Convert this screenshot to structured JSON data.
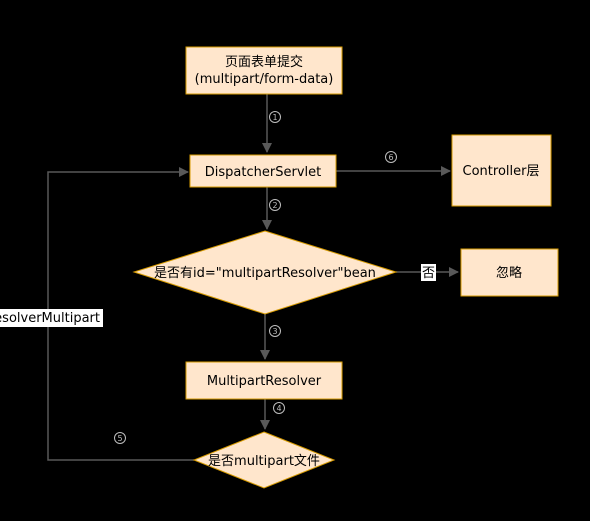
{
  "colors": {
    "background": "#000000",
    "node_fill": "#ffe6cc",
    "node_stroke": "#d79b00",
    "edge": "#595959",
    "step_circle": "#bdbdbd",
    "label_box": "#ffffff"
  },
  "nodes": {
    "form_submit": {
      "line1": "页面表单提交",
      "line2": "(multipart/form-data)"
    },
    "dispatcher_servlet": {
      "label": "DispatcherServlet"
    },
    "controller_layer": {
      "label": "Controller层"
    },
    "has_resolver_bean": {
      "label": "是否有id=\"multipartResolver\"bean"
    },
    "ignore": {
      "label": "忽略"
    },
    "multipart_resolver": {
      "label": "MultipartResolver"
    },
    "is_multipart_file": {
      "label": "是否multipart文件"
    }
  },
  "edges": {
    "step1": "1",
    "step2": "2",
    "step3": "3",
    "step4": "4",
    "step5": "5",
    "step6": "6",
    "no_label": "否",
    "loop_label": "resolverMultipart"
  }
}
